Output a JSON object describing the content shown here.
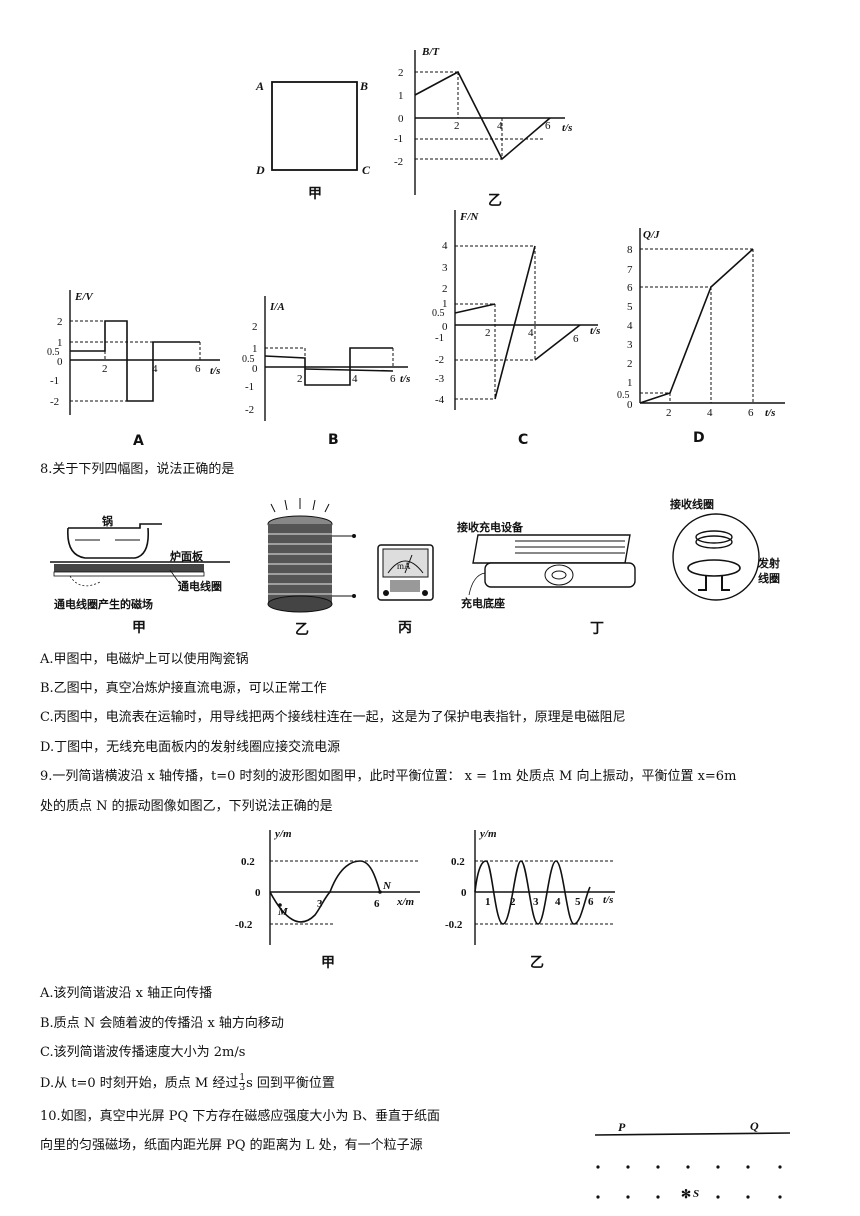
{
  "fig_top": {
    "square_labels": {
      "a": "A",
      "b": "B",
      "c": "C",
      "d": "D"
    },
    "caption_jia": "甲",
    "caption_yi": "乙",
    "bt_chart": {
      "ylabel": "B/T",
      "xlabel": "t/s",
      "yticks": [
        "2",
        "1",
        "0",
        "-1",
        "-2"
      ],
      "xticks": [
        "2",
        "4",
        "6"
      ]
    }
  },
  "options_graphs": {
    "A": {
      "label": "A",
      "ylabel": "E/V",
      "xlabel": "t/s",
      "yticks": [
        "2",
        "1",
        "0.5",
        "0",
        "-1",
        "-2"
      ],
      "xticks": [
        "2",
        "4",
        "6"
      ]
    },
    "B": {
      "label": "B",
      "ylabel": "I/A",
      "xlabel": "t/s",
      "yticks": [
        "2",
        "1",
        "0.5",
        "0",
        "-1",
        "-2"
      ],
      "xticks": [
        "2",
        "4",
        "6"
      ]
    },
    "C": {
      "label": "C",
      "ylabel": "F/N",
      "xlabel": "t/s",
      "yticks": [
        "4",
        "3",
        "2",
        "1",
        "0.5",
        "0",
        "-1",
        "-2",
        "-3",
        "-4"
      ],
      "xticks": [
        "2",
        "4",
        "6"
      ]
    },
    "D": {
      "label": "D",
      "ylabel": "Q/J",
      "xlabel": "t/s",
      "yticks": [
        "8",
        "7",
        "6",
        "5",
        "4",
        "3",
        "2",
        "1",
        "0.5",
        "0"
      ],
      "xticks": [
        "2",
        "4",
        "6"
      ]
    }
  },
  "q8": {
    "stem": "8.关于下列四幅图，说法正确的是",
    "fig_labels": {
      "guo": "锅",
      "lumianban": "炉面板",
      "tongdianxianquan": "通电线圈",
      "cichang": "通电线圈产生的磁场",
      "ma": "mA",
      "jieshou_device": "接收充电设备",
      "chongdian_dizuo": "充电底座",
      "jieshou_xianquan": "接收线圈",
      "fashe": "发射",
      "fashe2": "线圈"
    },
    "captions": {
      "jia": "甲",
      "yi": "乙",
      "bing": "丙",
      "ding": "丁"
    },
    "options": {
      "A": "A.甲图中，电磁炉上可以使用陶瓷锅",
      "B": "B.乙图中，真空冶炼炉接直流电源，可以正常工作",
      "C": "C.丙图中，电流表在运输时，用导线把两个接线柱连在一起，这是为了保护电表指针，原理是电磁阻尼",
      "D": "D.丁图中，无线充电面板内的发射线圈应接交流电源"
    }
  },
  "q9": {
    "stem1": "9.一列简谐横波沿 x 轴传播，t=0 时刻的波形图如图甲，此时平衡位置： x = 1m 处质点 M 向上振动，平衡位置 x=6m",
    "stem2": "处的质点 N 的振动图像如图乙，下列说法正确的是",
    "wave": {
      "ylabel": "y/m",
      "xlabel": "x/m",
      "yticks": [
        "0.2",
        "0",
        "-0.2"
      ],
      "xticks": [
        "3",
        "6"
      ],
      "m": "M",
      "n": "N",
      "caption": "甲"
    },
    "osc": {
      "ylabel": "y/m",
      "xlabel": "t/s",
      "yticks": [
        "0.2",
        "0",
        "-0.2"
      ],
      "xticks": [
        "1",
        "2",
        "3",
        "4",
        "5",
        "6"
      ],
      "caption": "乙"
    },
    "options": {
      "A": "A.该列简谐波沿 x 轴正向传播",
      "B": "B.质点 N 会随着波的传播沿 x 轴方向移动",
      "C": "C.该列简谐波传播速度大小为 2m/s",
      "D_pre": "D.从 t=0 时刻开始，质点 M 经过",
      "D_num": "1",
      "D_den": "3",
      "D_post": "s 回到平衡位置"
    }
  },
  "q10": {
    "line1": "10.如图，真空中光屏 PQ 下方存在磁感应强度大小为 B、垂直于纸面",
    "line2": "向里的匀强磁场，纸面内距光屏 PQ 的距离为 L 处，有一个粒子源",
    "p": "P",
    "q": "Q",
    "s": "S"
  }
}
